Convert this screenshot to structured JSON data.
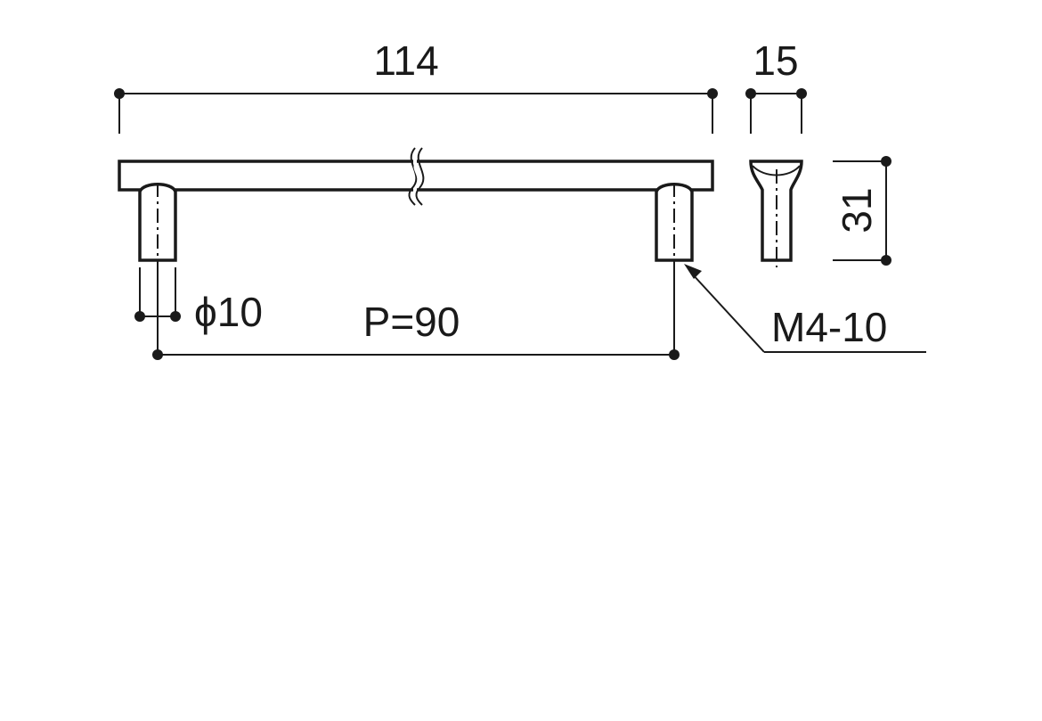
{
  "drawing": {
    "overall_length": "114",
    "depth": "15",
    "height": "31",
    "post_diameter": "ϕ10",
    "pitch": "P=90",
    "thread": "M4-10"
  }
}
